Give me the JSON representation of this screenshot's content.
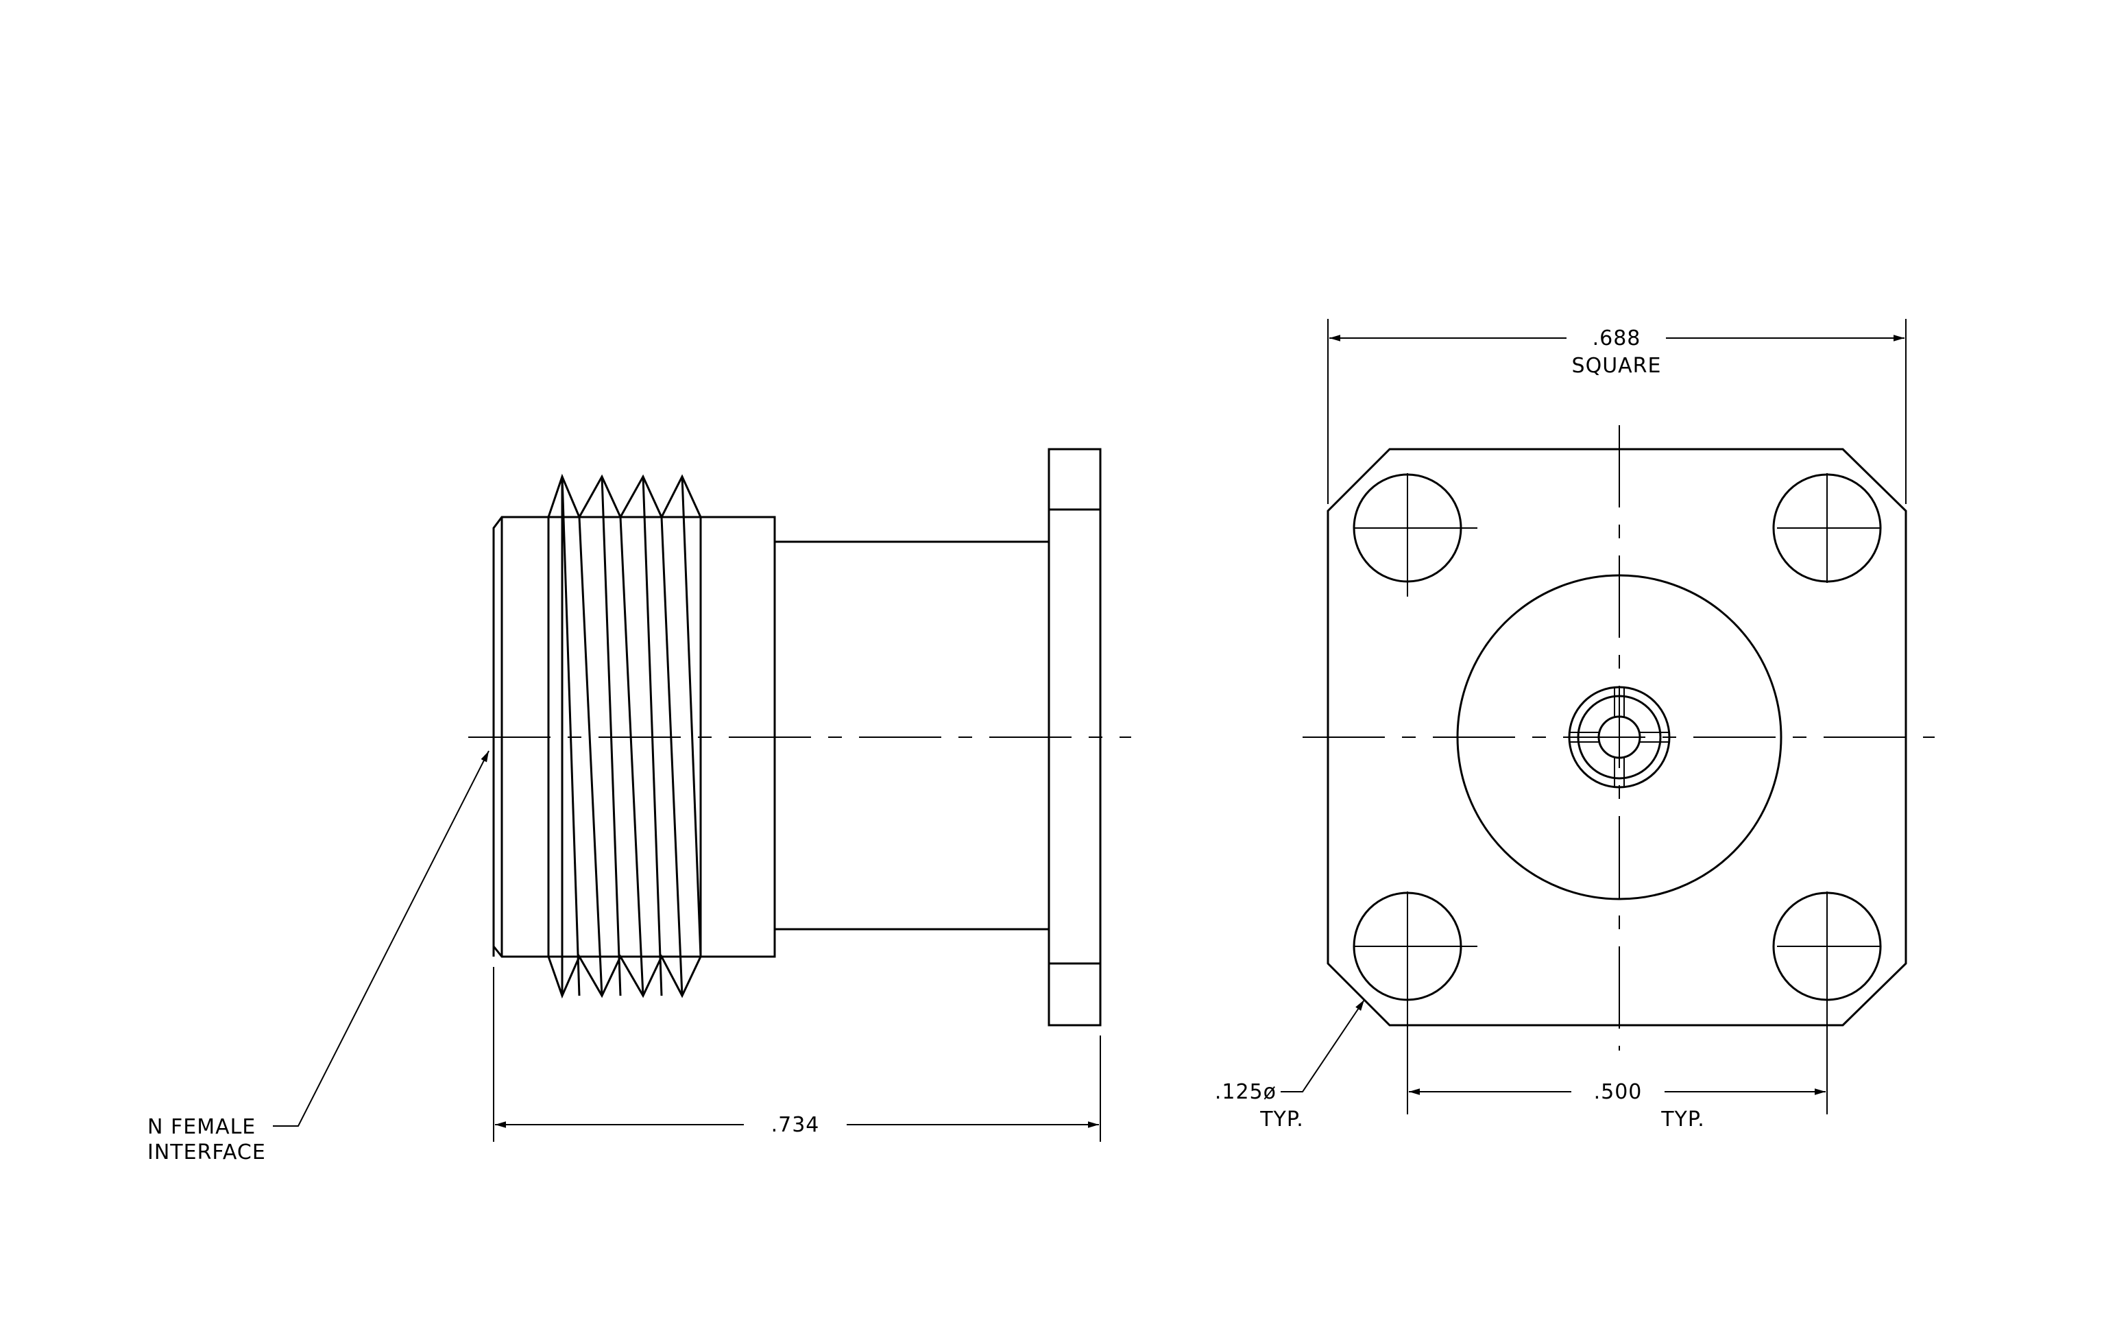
{
  "drawing": {
    "line_color": "#000000",
    "background": "#ffffff",
    "annotations": {
      "interface_line1": "N FEMALE",
      "interface_line2": "INTERFACE",
      "length": ".734",
      "width": ".688",
      "width_note": "SQUARE",
      "hole_diameter": ".125ø",
      "hole_diameter_note": "TYP.",
      "hole_spacing": ".500",
      "hole_spacing_note": "TYP."
    }
  }
}
